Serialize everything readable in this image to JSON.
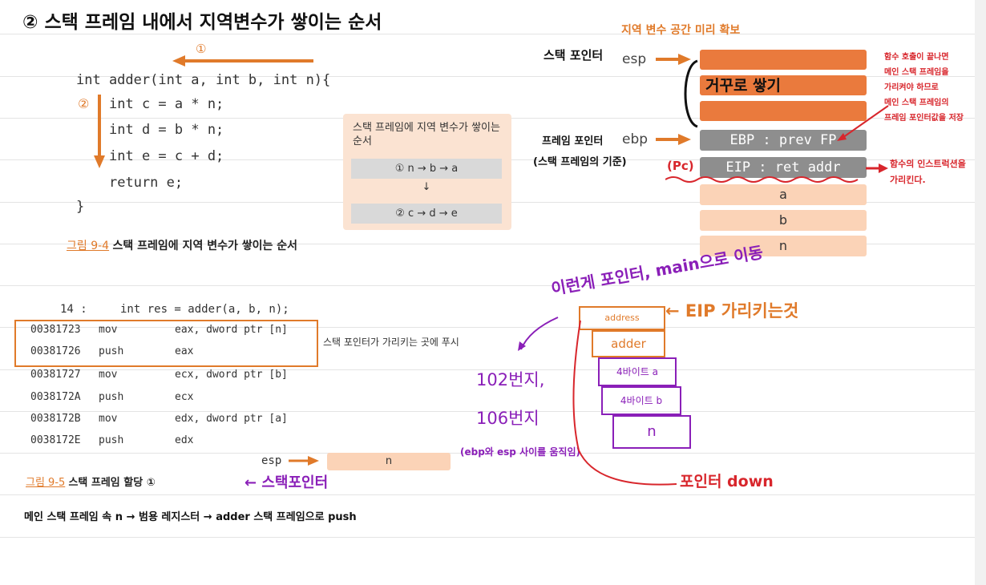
{
  "heading": "② 스택 프레임 내에서 지역변수가 쌓이는 순서",
  "code": {
    "arrow_mark": "①",
    "step_mark": "②",
    "lines": [
      "int adder(int a, int b, int n){",
      "int c = a * n;",
      "int d = b * n;",
      "int e = c + d;",
      "return e;",
      "}"
    ]
  },
  "order_box": {
    "title": "스택 프레임에 지역 변수가 쌓이는 순서",
    "row1": "① n → b → a",
    "arrow": "↓",
    "row2": "② c → d → e"
  },
  "figure_9_4": {
    "number": "그림 9-4",
    "caption": "스택 프레임에 지역 변수가 쌓이는 순서"
  },
  "stack": {
    "title": "지역 변수 공간 미리 확보",
    "esp": "esp",
    "ebp": "ebp",
    "ebp_cell": "EBP : prev FP",
    "eip_cell": "EIP : ret addr",
    "cells": [
      "a",
      "b",
      "n"
    ]
  },
  "handwritten": {
    "stack_pointer": "스택 포인터",
    "reverse": "거꾸로 쌓기",
    "frame_pointer": "프레임 포인터",
    "frame_base": "(스택 프레임의 기준)",
    "pc": "(Pc)",
    "note_lines": [
      "함수 호출이 끝나면",
      "메인 스택 프레임을",
      "가리켜야 하므로",
      "메인 스택 프레임의",
      "프레임 포인터값을 저장"
    ],
    "eip_note": [
      "함수의 인스트럭션을",
      "가리킨다."
    ],
    "pointer_note": "이런게 포인터, main으로 이동",
    "eip_word": "← EIP 가리키는것",
    "addr_102": "102번지,",
    "addr_106": "106번지",
    "esp_move": "(ebp와 esp 사이를 움직임)",
    "pointer_down": "포인터 down",
    "stack_pointer2": "← 스택포인터",
    "box_labels": [
      "address",
      "adder",
      "4바이트 a",
      "4바이트 b",
      "n"
    ],
    "bottom_line": "메인 스택 프레임 속 n → 범용 레지스터 → adder 스택 프레임으로 push"
  },
  "asm": {
    "header_num": "14 :",
    "header_code": "int res = adder(a, b, n);",
    "note": "스택 포인터가 가리키는 곳에 푸시",
    "rows": [
      {
        "addr": "00381723",
        "op": "mov",
        "arg": "eax, dword ptr [n]"
      },
      {
        "addr": "00381726",
        "op": "push",
        "arg": "eax"
      },
      {
        "addr": "00381727",
        "op": "mov",
        "arg": "ecx, dword ptr [b]"
      },
      {
        "addr": "0038172A",
        "op": "push",
        "arg": "ecx"
      },
      {
        "addr": "0038172B",
        "op": "mov",
        "arg": "edx, dword ptr [a]"
      },
      {
        "addr": "0038172E",
        "op": "push",
        "arg": "edx"
      }
    ],
    "esp": "esp",
    "esp_cell": "n"
  },
  "figure_9_5": {
    "number": "그림 9-5",
    "caption": "스택 프레임 할당 ①"
  }
}
